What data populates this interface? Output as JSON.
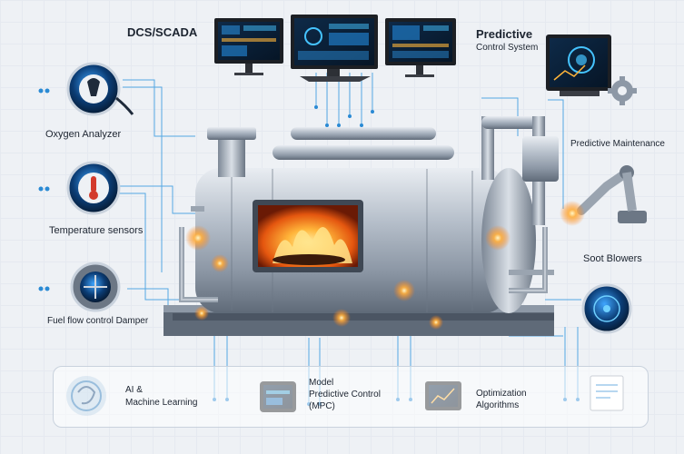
{
  "top": {
    "dcs_label": "DCS/SCADA",
    "predictive_title": "Predictive",
    "predictive_sub": "Control System"
  },
  "left": {
    "oxygen": "Oxygen Analyzer",
    "temperature": "Temperature sensors",
    "fuel": "Fuel flow control Damper"
  },
  "right": {
    "maintenance": "Predictive Maintenance",
    "soot": "Soot Blowers"
  },
  "bottom": {
    "ai_line1": "AI &",
    "ai_line2": "Machine Learning",
    "mpc_line1": "Model",
    "mpc_line2": "Predictive Control",
    "mpc_line3": "(MPC)",
    "opt_line1": "Optimization",
    "opt_line2": "Algorithms"
  },
  "colors": {
    "accent": "#2a8ad4",
    "line": "#3a9be0",
    "fire": "#ff8a1e",
    "steel": "#a9b3bf",
    "dark": "#1e2a3a"
  },
  "icons": [
    "monitor-icon",
    "gauge-icon",
    "thermometer-icon",
    "damper-icon",
    "robot-arm-icon",
    "target-icon",
    "brain-icon",
    "tablet-icon",
    "chart-icon",
    "document-icon",
    "gear-icon"
  ]
}
